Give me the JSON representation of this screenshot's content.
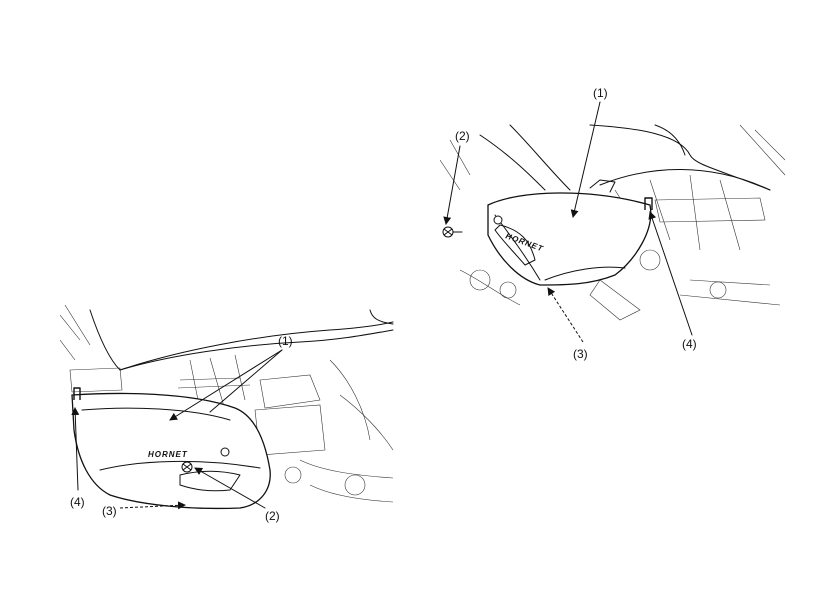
{
  "left_figure": {
    "callouts": {
      "c1": "(1)",
      "c2": "(2)",
      "c3": "(3)",
      "c4": "(4)"
    },
    "brand_text": "HORNET"
  },
  "right_figure": {
    "callouts": {
      "c1": "(1)",
      "c2": "(2)",
      "c3": "(3)",
      "c4": "(4)"
    },
    "brand_text": "HORNET"
  },
  "icons": [
    "screw-icon",
    "hook-tab-icon",
    "arrow-icon"
  ]
}
